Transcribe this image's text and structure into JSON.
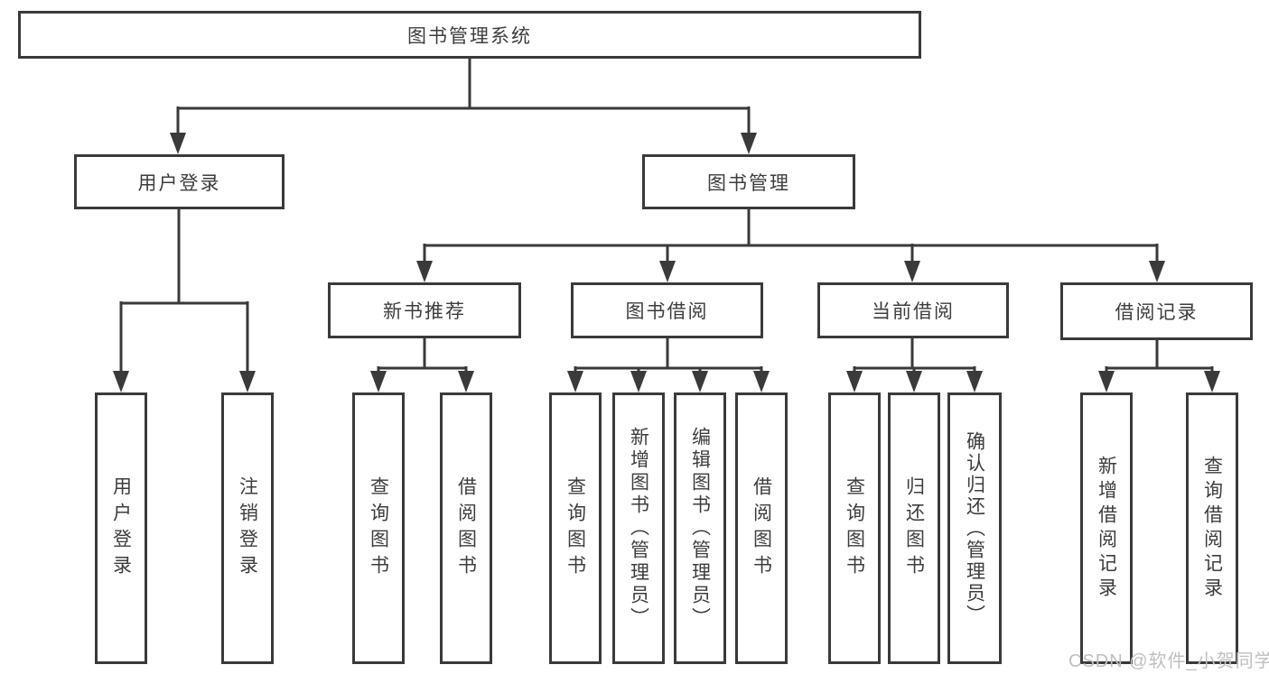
{
  "colors": {
    "line": "#3a3a3a",
    "text": "#3d3d3d",
    "watermark": "#bfbfbf",
    "background": "#ffffff"
  },
  "nodes": {
    "root": "图书管理系统",
    "user_login": "用户登录",
    "book_mgmt": "图书管理",
    "new_book_rec": "新书推荐",
    "book_borrow": "图书借阅",
    "current_borrow": "当前借阅",
    "borrow_records": "借阅记录",
    "leaves": {
      "user_login": [
        "用户登录",
        "注销登录"
      ],
      "new_book_rec": [
        "查询图书",
        "借阅图书"
      ],
      "book_borrow": [
        "查询图书",
        "新增图书（管理员）",
        "编辑图书（管理员）",
        "借阅图书"
      ],
      "current_borrow": [
        "查询图书",
        "归还图书",
        "确认归还（管理员）"
      ],
      "borrow_records": [
        "新增借阅记录",
        "查询借阅记录"
      ]
    }
  },
  "watermark": "CSDN @软件_小贺同学"
}
